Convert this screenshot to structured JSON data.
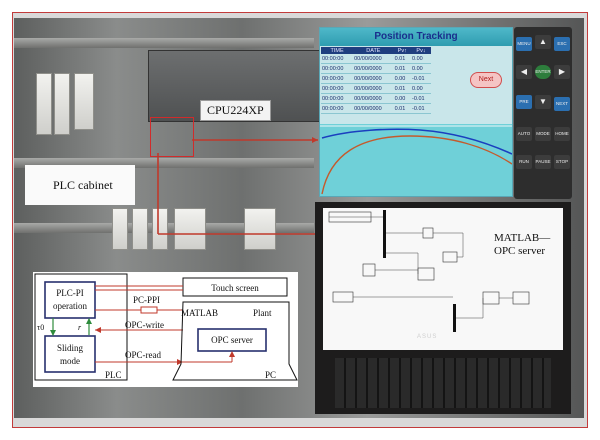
{
  "photo": {
    "plc_model_label": "CPU224XP",
    "cabinet_label": "PLC cabinet"
  },
  "hmi": {
    "title": "Position Tracking",
    "table": {
      "headers": [
        "TIME",
        "DATE",
        "Pv↑",
        "Pv↓"
      ],
      "rows": [
        [
          "00:00:00",
          "00/00/0000",
          "0.01",
          "0.00"
        ],
        [
          "00:00:00",
          "00/00/0000",
          "0.01",
          "0.00"
        ],
        [
          "00:00:00",
          "00/00/0000",
          "0.00",
          "-0.01"
        ],
        [
          "00:00:00",
          "00/00/0000",
          "0.01",
          "0.00"
        ],
        [
          "00:00:00",
          "00/00/0000",
          "0.00",
          "-0.01"
        ],
        [
          "00:00:00",
          "00/00/0000",
          "0.01",
          "-0.01"
        ]
      ]
    },
    "next_button": "Next"
  },
  "keypad": {
    "keys": {
      "menu": "MENU",
      "up": "▲",
      "esc": "ESC",
      "left": "◀",
      "enter": "ENTER",
      "right": "▶",
      "prev": "PRE",
      "down": "▼",
      "next": "NEXT",
      "auto": "AUTO",
      "mode": "MODE",
      "home": "HOME",
      "run": "RUN",
      "pause": "PAUSE",
      "stop": "STOP"
    }
  },
  "laptop": {
    "matlab_label_line1": "MATLAB—",
    "matlab_label_line2": "OPC server",
    "brand": "ASUS"
  },
  "diagram": {
    "plc_pi_line1": "PLC-PI",
    "plc_pi_line2": "operation",
    "sliding_line1": "Sliding",
    "sliding_line2": "mode",
    "plc_label": "PLC",
    "tau0": "τ0",
    "r_label": "r",
    "touch_screen": "Touch screen",
    "pc_ppi": "PC-PPI",
    "matlab": "MATLAB",
    "plant": "Plant",
    "opc_write": "OPC-write",
    "opc_server": "OPC server",
    "opc_read": "OPC-read",
    "pc_label": "PC"
  },
  "colors": {
    "accent_red": "#c0392b",
    "diagram_blue": "#27306e",
    "frame_border": "#c23b3b"
  }
}
